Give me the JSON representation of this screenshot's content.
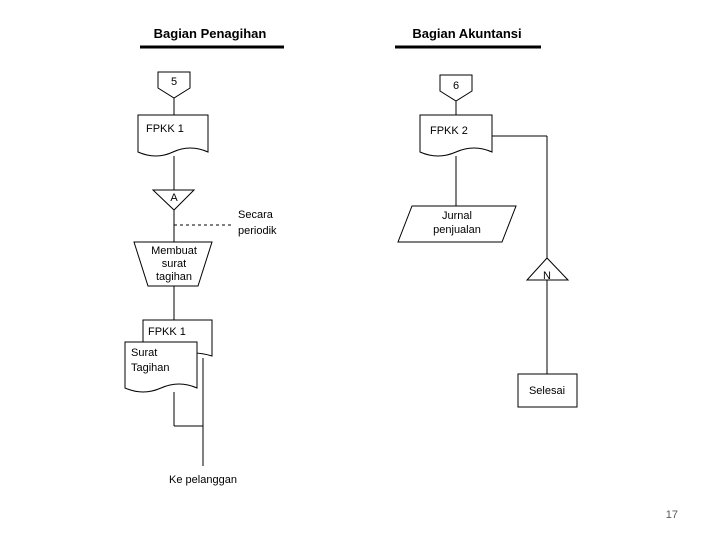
{
  "headers": {
    "left": "Bagian Penagihan",
    "right": "Bagian Akuntansi"
  },
  "left": {
    "connector_top": "5",
    "doc1": "FPKK 1",
    "offpage_connector": "A",
    "note": [
      "Secara",
      "periodik"
    ],
    "manual_op": [
      "Membuat",
      "surat",
      "tagihan"
    ],
    "doc_back": "FPKK 1",
    "doc_front": [
      "Surat",
      "Tagihan"
    ],
    "destination": "Ke pelanggan"
  },
  "right": {
    "connector_top": "6",
    "doc": "FPKK 2",
    "journal": [
      "Jurnal",
      "penjualan"
    ],
    "file_label": "N",
    "terminator": "Selesai"
  },
  "page_number": "17"
}
